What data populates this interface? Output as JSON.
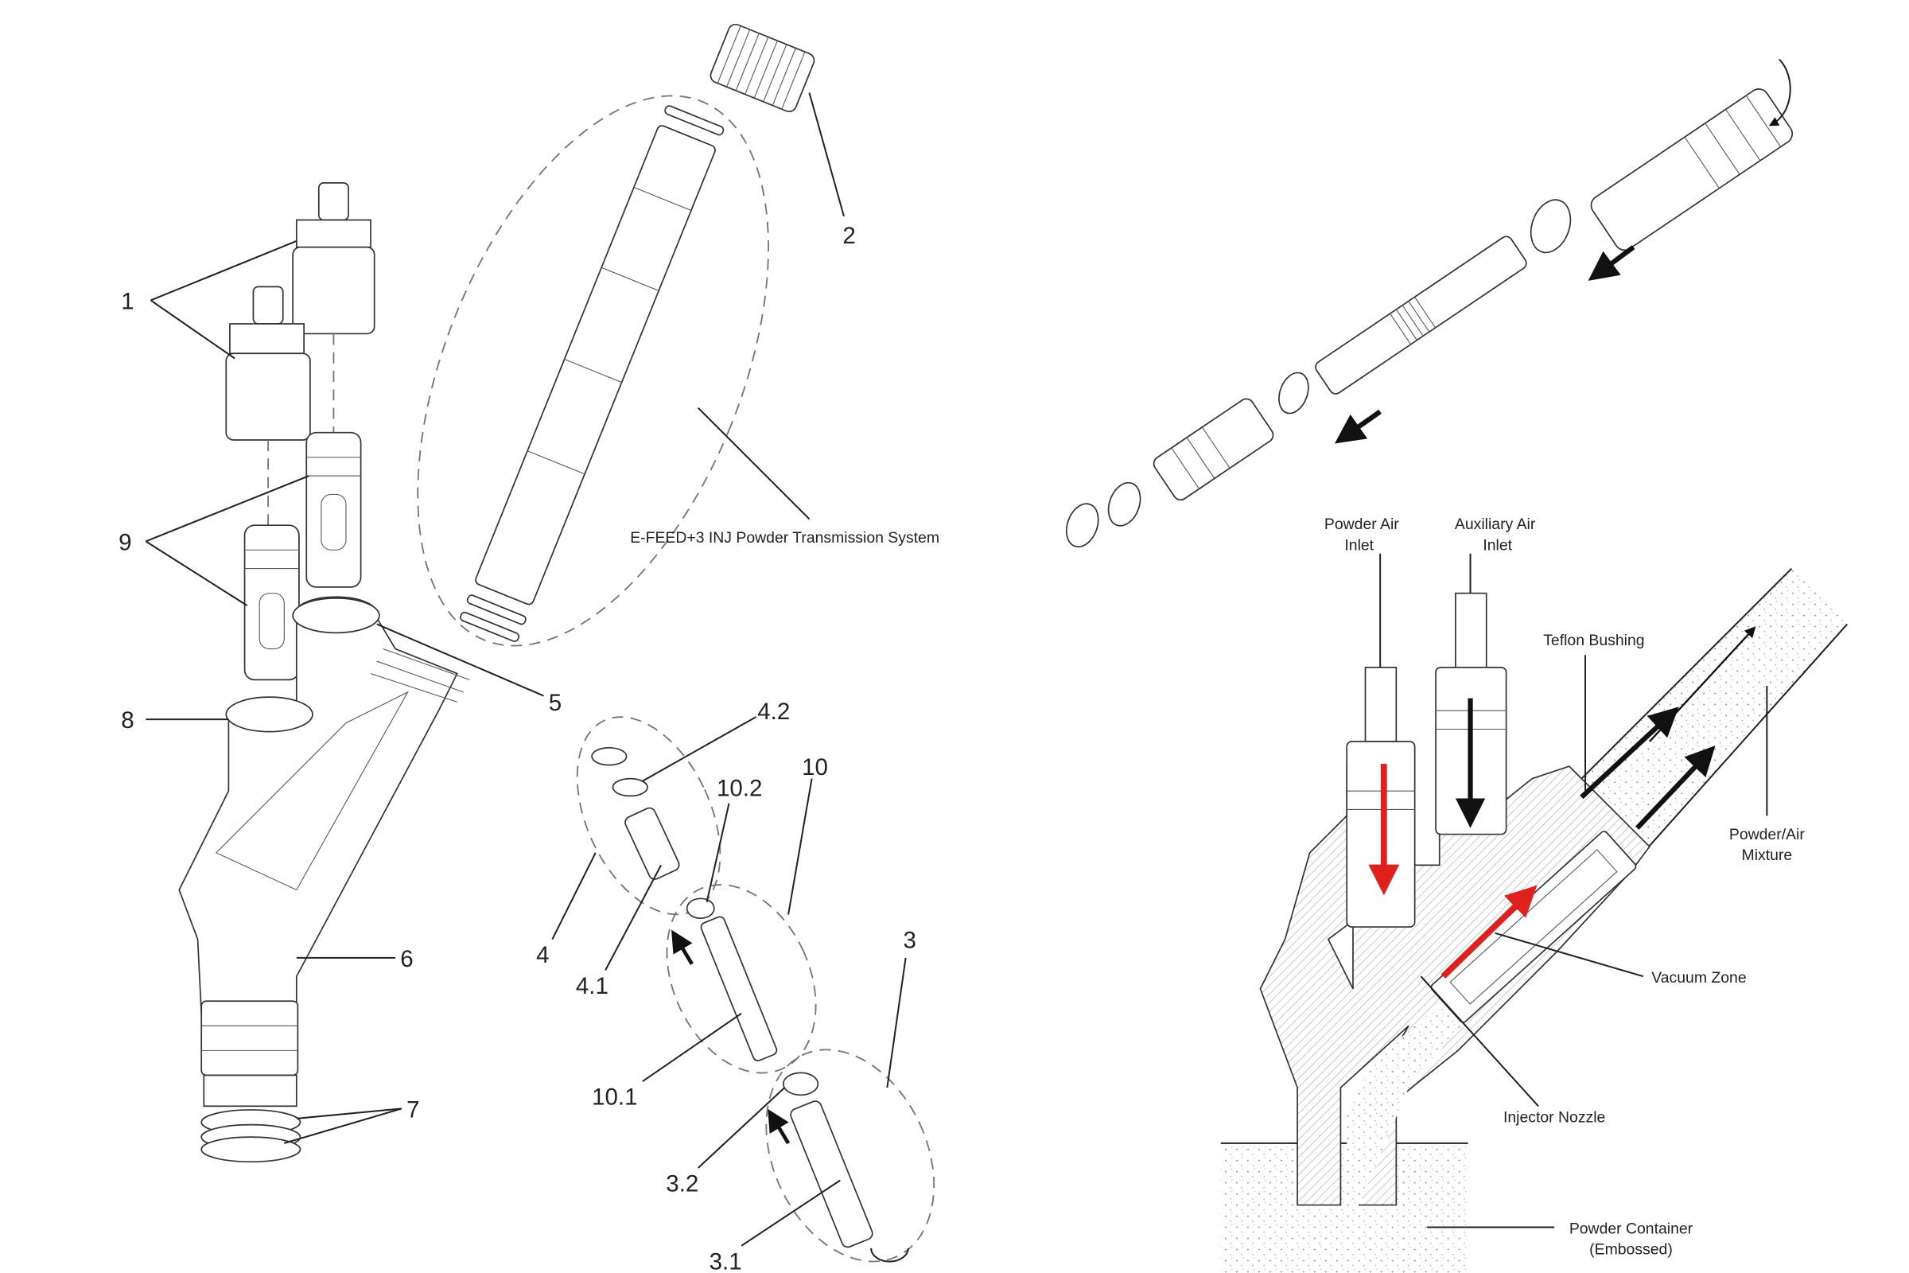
{
  "left_diagram": {
    "callouts": {
      "c1": "1",
      "c2": "2",
      "c3": "3",
      "c3_1": "3.1",
      "c3_2": "3.2",
      "c4": "4",
      "c4_1": "4.1",
      "c4_2": "4.2",
      "c5": "5",
      "c6": "6",
      "c7": "7",
      "c8": "8",
      "c9": "9",
      "c10": "10",
      "c10_1": "10.1",
      "c10_2": "10.2"
    },
    "system_label": "E-FEED+3 INJ Powder Transmission System"
  },
  "cross_section": {
    "powder_air_inlet": [
      "Powder Air",
      "Inlet"
    ],
    "auxiliary_air_inlet": [
      "Auxiliary Air",
      "Inlet"
    ],
    "teflon_bushing": "Teflon Bushing",
    "powder_air_mixture": [
      "Powder/Air",
      "Mixture"
    ],
    "vacuum_zone": "Vacuum Zone",
    "injector_nozzle": "Injector Nozzle",
    "powder_container": [
      "Powder Container",
      "(Embossed)"
    ]
  },
  "colors": {
    "flow_arrow": "#e0201c",
    "line": "#222222"
  }
}
